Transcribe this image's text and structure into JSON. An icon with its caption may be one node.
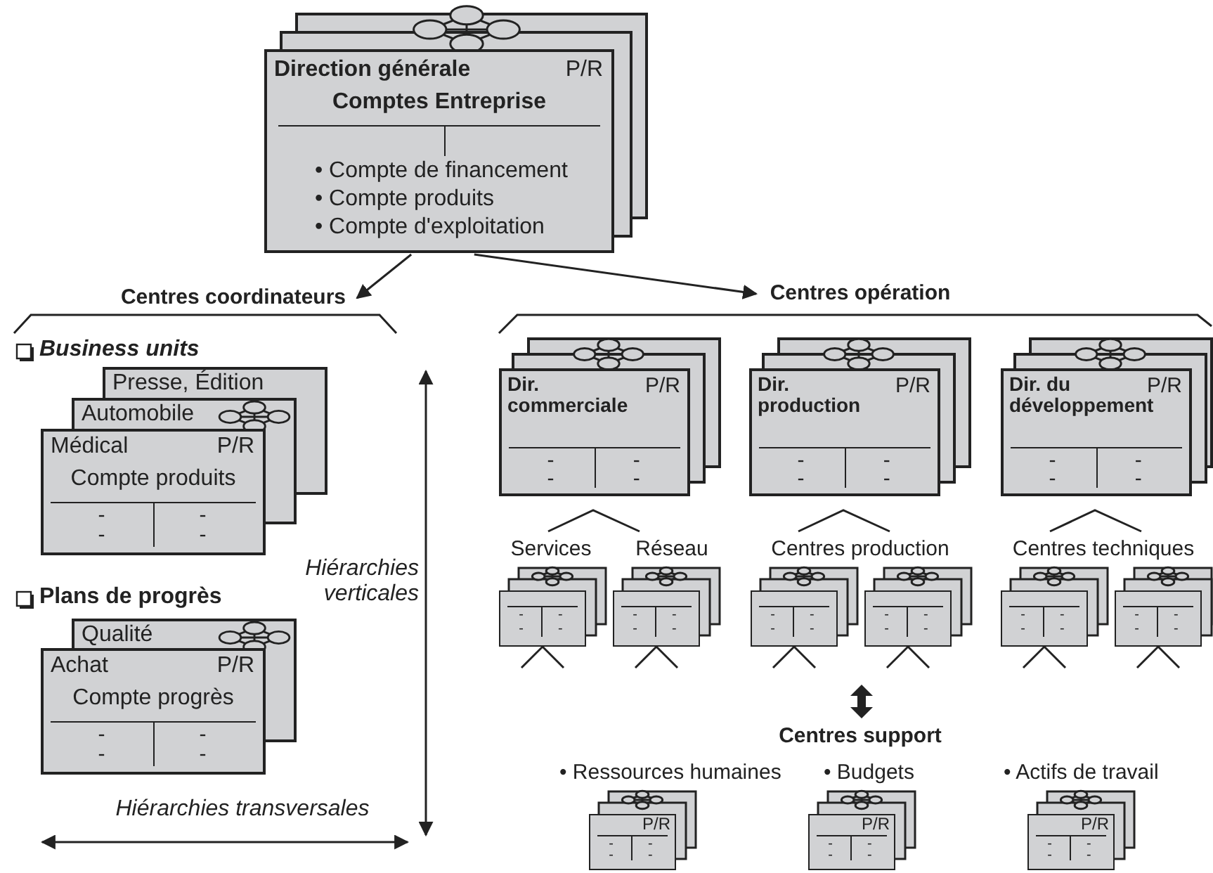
{
  "diagram": {
    "nodes": [
      {
        "text": [
          "Direction générale",
          "P/R",
          "Comptes Entreprise",
          "• Compte de financement",
          "• Compte produits",
          "• Compte d'exploitation"
        ]
      },
      {
        "text": [
          "Centres coordinateurs"
        ]
      },
      {
        "text": [
          "Centres opération"
        ]
      },
      {
        "text": [
          "Presse, Édition"
        ]
      },
      {
        "text": [
          "Automobile"
        ]
      },
      {
        "text": [
          "Médical",
          "P/R",
          "Compte produits",
          "-",
          "-",
          "-",
          "-"
        ]
      },
      {
        "text": [
          "Qualité"
        ]
      },
      {
        "text": [
          "Achat",
          "P/R",
          "Compte progrès",
          "-",
          "-",
          "-",
          "-"
        ]
      },
      {
        "text": [
          "Dir. commerciale",
          "P/R",
          "-",
          "-",
          "-",
          "-"
        ]
      },
      {
        "text": [
          "Dir. production",
          "P/R",
          "-",
          "-",
          "-",
          "-"
        ]
      },
      {
        "text": [
          "Dir. du développement",
          "P/R",
          "-",
          "-",
          "-",
          "-"
        ]
      },
      {
        "text": [
          "-",
          "-",
          "-",
          "-"
        ]
      },
      {
        "text": [
          "-",
          "-",
          "-",
          "-"
        ]
      },
      {
        "text": [
          "-",
          "-",
          "-",
          "-"
        ]
      },
      {
        "text": [
          "-",
          "-",
          "-",
          "-"
        ]
      },
      {
        "text": [
          "-",
          "-",
          "-",
          "-"
        ]
      },
      {
        "text": [
          "-",
          "-",
          "-",
          "-"
        ]
      },
      {
        "text": [
          "P/R",
          "-",
          "-",
          "-",
          "-"
        ]
      },
      {
        "text": [
          "P/R",
          "-",
          "-",
          "-",
          "-"
        ]
      },
      {
        "text": [
          "P/R",
          "-",
          "-",
          "-",
          "-"
        ]
      }
    ],
    "edges": [
      {
        "from": 0,
        "to": 1,
        "arrow": "to"
      },
      {
        "from": 0,
        "to": 2,
        "arrow": "to"
      }
    ],
    "labels": [
      "Business units",
      "Plans de progrès",
      "Hiérarchies verticales",
      "Hiérarchies transversales",
      "Services",
      "Réseau",
      "Centres production",
      "Centres techniques",
      "Centres support",
      "• Ressources humaines",
      "• Budgets",
      "• Actifs de travail"
    ]
  }
}
